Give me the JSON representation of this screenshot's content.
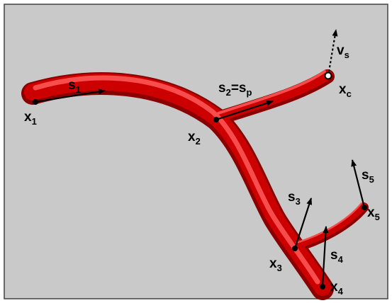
{
  "diagram": {
    "colors": {
      "background": "#c9c9c9",
      "frame": "#404040",
      "vessel_dark": "#8a0000",
      "vessel_base": "#cc0000",
      "vessel_highlight": "#ff5a5a",
      "ink": "#000000"
    },
    "labels": {
      "x1": {
        "main": "x",
        "sub": "1"
      },
      "x2": {
        "main": "x",
        "sub": "2"
      },
      "x3": {
        "main": "x",
        "sub": "3"
      },
      "x4": {
        "main": "x",
        "sub": "4"
      },
      "x5": {
        "main": "x",
        "sub": "5"
      },
      "xc": {
        "main": "x",
        "sub": "c"
      },
      "s1": {
        "main": "s",
        "sub": "1"
      },
      "s2": {
        "main": "s",
        "sub": "2",
        "eq": "=s",
        "eq_sub": "p"
      },
      "s3": {
        "main": "s",
        "sub": "3"
      },
      "s4": {
        "main": "s",
        "sub": "4"
      },
      "s5": {
        "main": "s",
        "sub": "5"
      },
      "vs": {
        "main": "v",
        "sub": "s"
      }
    }
  }
}
